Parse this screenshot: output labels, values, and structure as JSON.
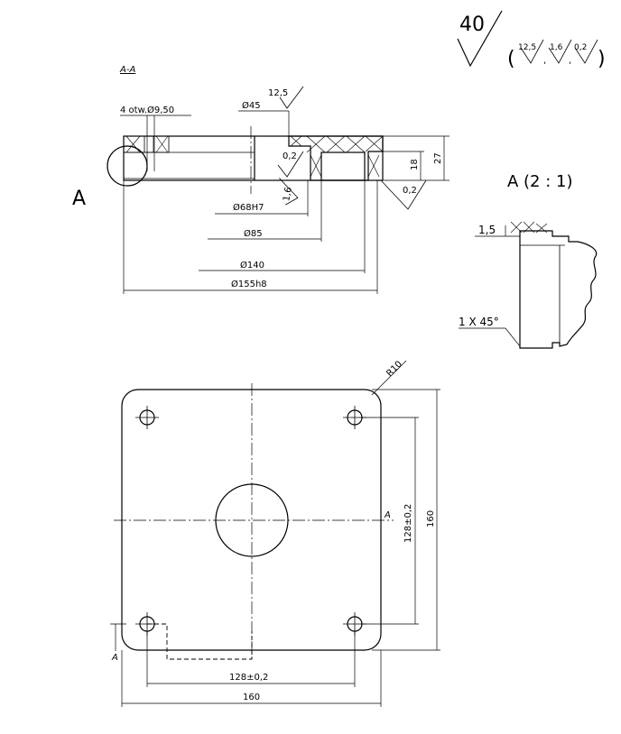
{
  "roughness": {
    "general_value": "40",
    "open_paren": "(",
    "close_paren": ")",
    "items": [
      "12,5",
      "1,6",
      "0,2"
    ]
  },
  "section": {
    "label": "A-A",
    "holes_note": "4 otw.Ø9,50",
    "dia_45": "Ø45",
    "rough_12_5": "12,5",
    "rough_0_2_inner": "0,2",
    "rough_1_6": "1,6",
    "rough_0_2_outer": "0,2",
    "dia_68": "Ø68H7",
    "dia_85": "Ø85",
    "dia_140": "Ø140",
    "dia_155": "Ø155h8",
    "height_18": "18",
    "height_27": "27",
    "detail_ref": "A"
  },
  "detail": {
    "title": "A (2 : 1)",
    "dim_1_5": "1,5",
    "chamfer": "1 X 45°"
  },
  "plan": {
    "radius": "R10",
    "section_mark_right": "A",
    "section_mark_left": "A",
    "dim_128_v": "128±0,2",
    "dim_160_v": "160",
    "dim_128_h": "128±0,2",
    "dim_160_h": "160"
  }
}
